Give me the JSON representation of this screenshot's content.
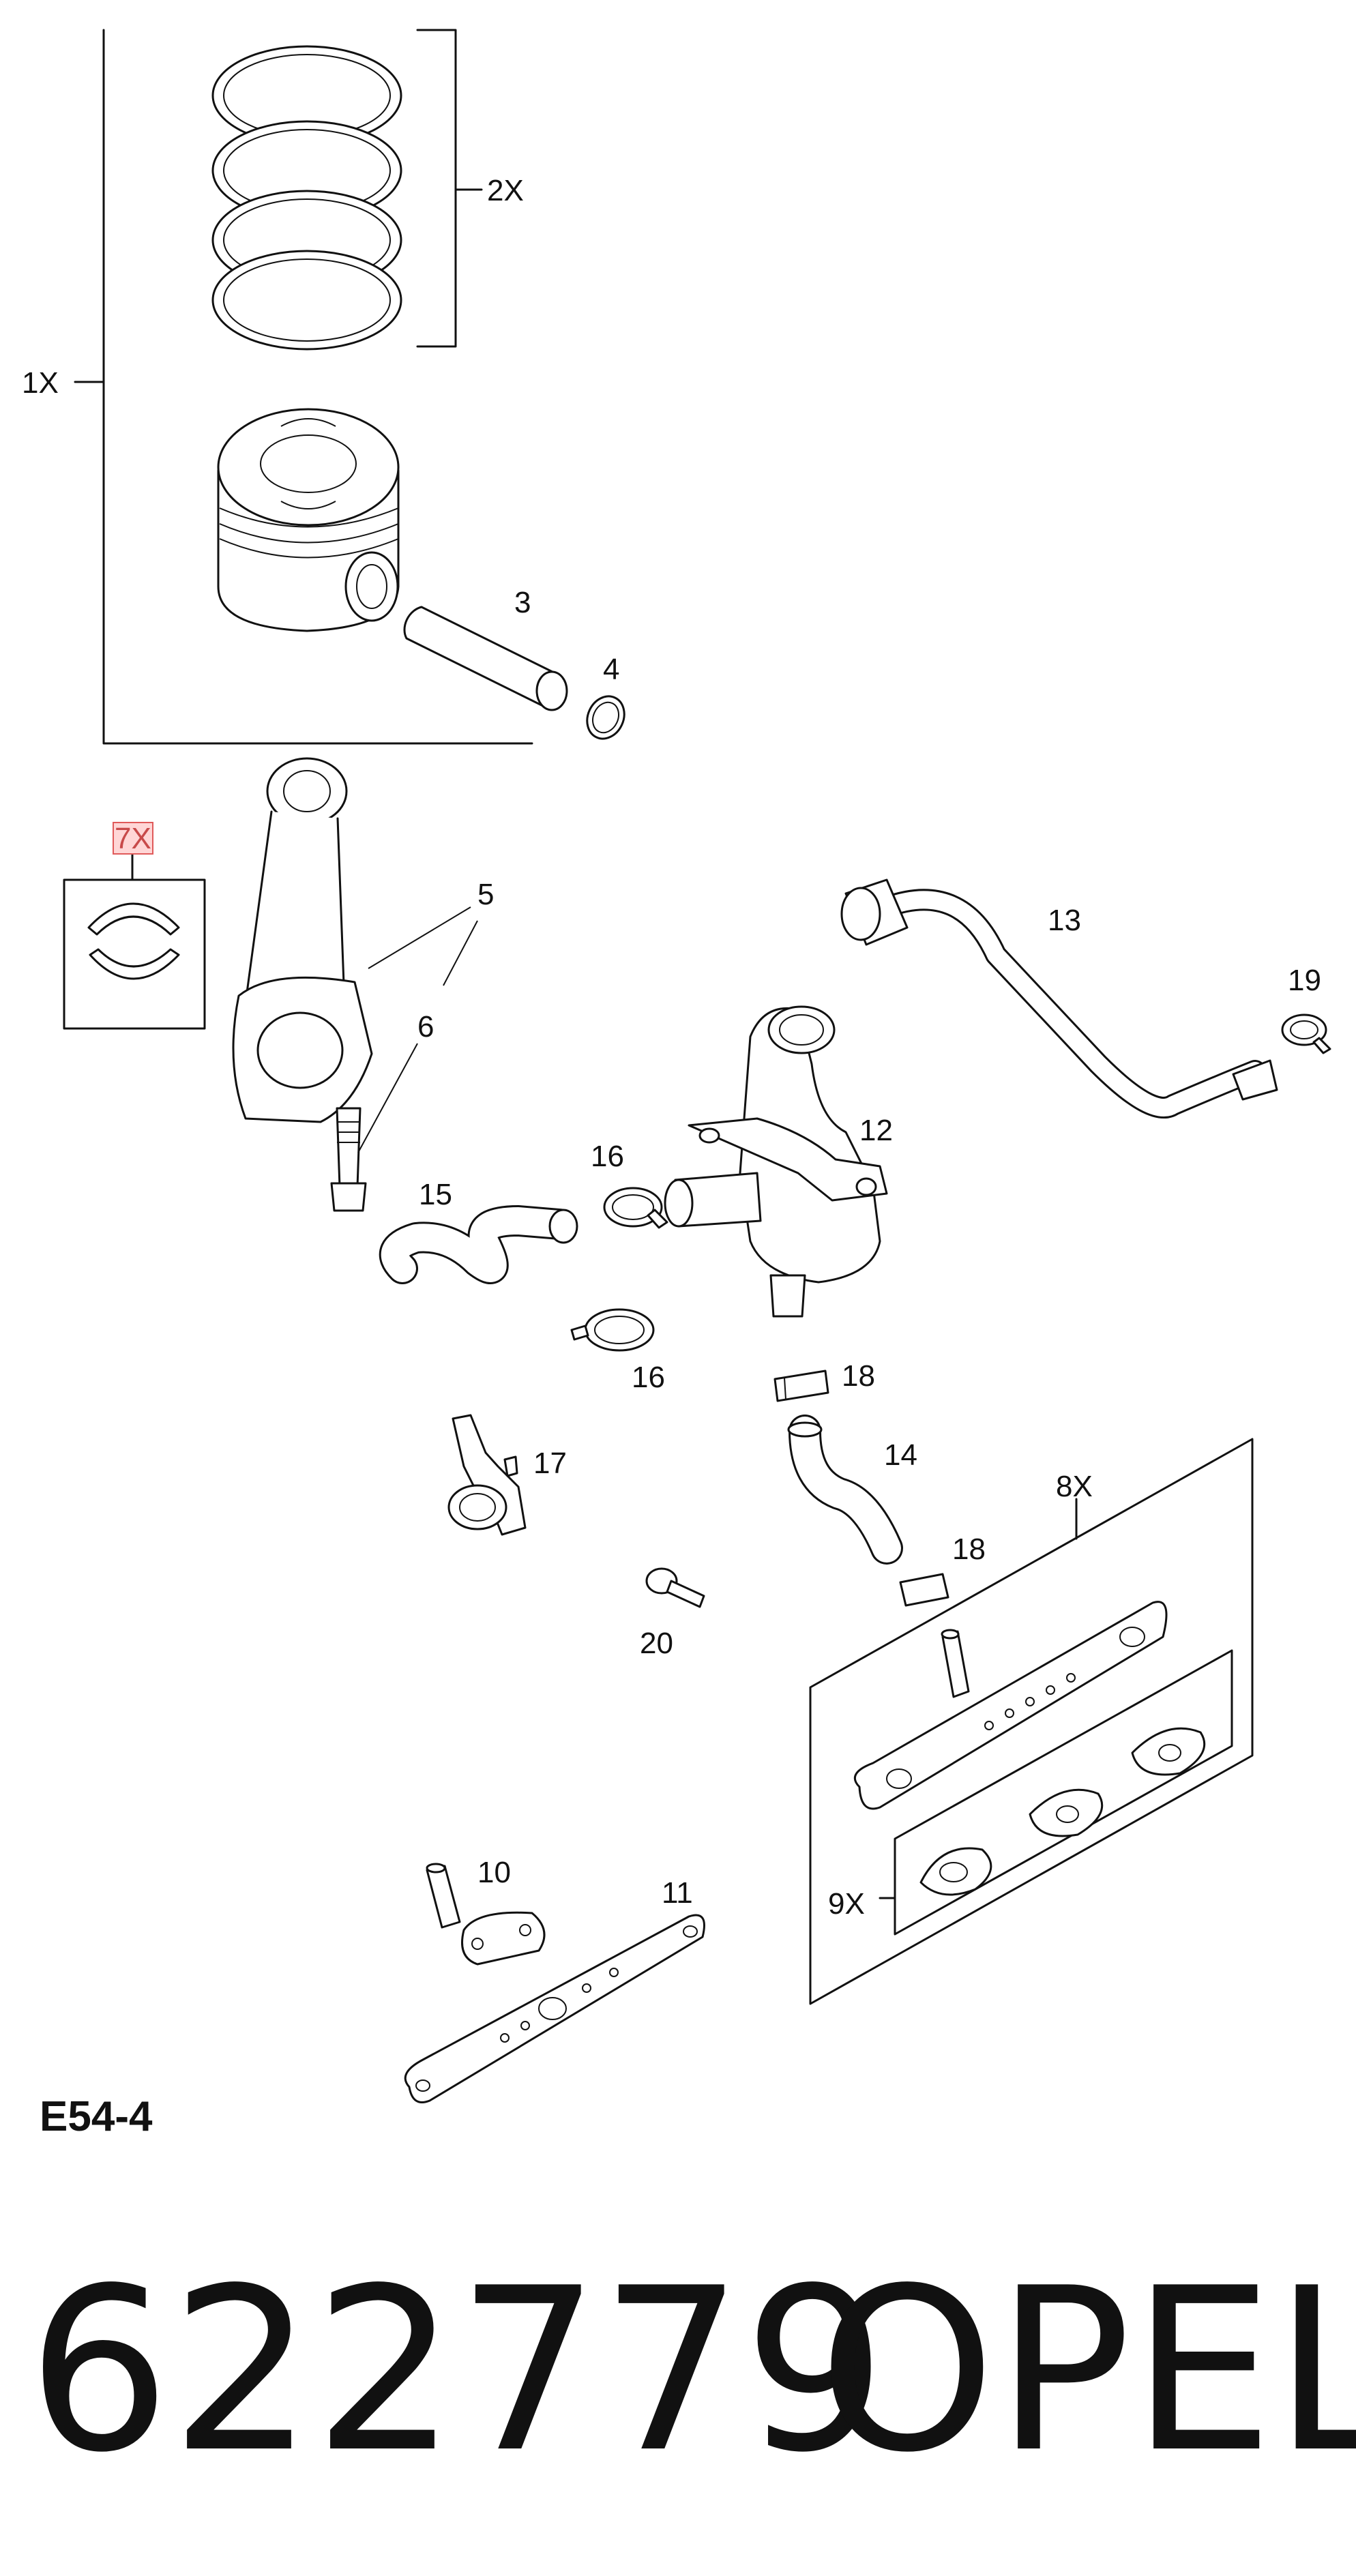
{
  "diagram": {
    "callouts": {
      "c1X": "1X",
      "c2X": "2X",
      "c3": "3",
      "c4": "4",
      "c5": "5",
      "c6": "6",
      "c7X": "7X",
      "c8X": "8X",
      "c9X": "9X",
      "c10": "10",
      "c11": "11",
      "c12": "12",
      "c13": "13",
      "c14": "14",
      "c15": "15",
      "c16a": "16",
      "c16b": "16",
      "c17": "17",
      "c18a": "18",
      "c18b": "18",
      "c19": "19",
      "c20": "20"
    },
    "page_code": "E54-4",
    "part_number": "622779",
    "brand": "OPEL",
    "highlight_color": "#ffd6d6"
  }
}
